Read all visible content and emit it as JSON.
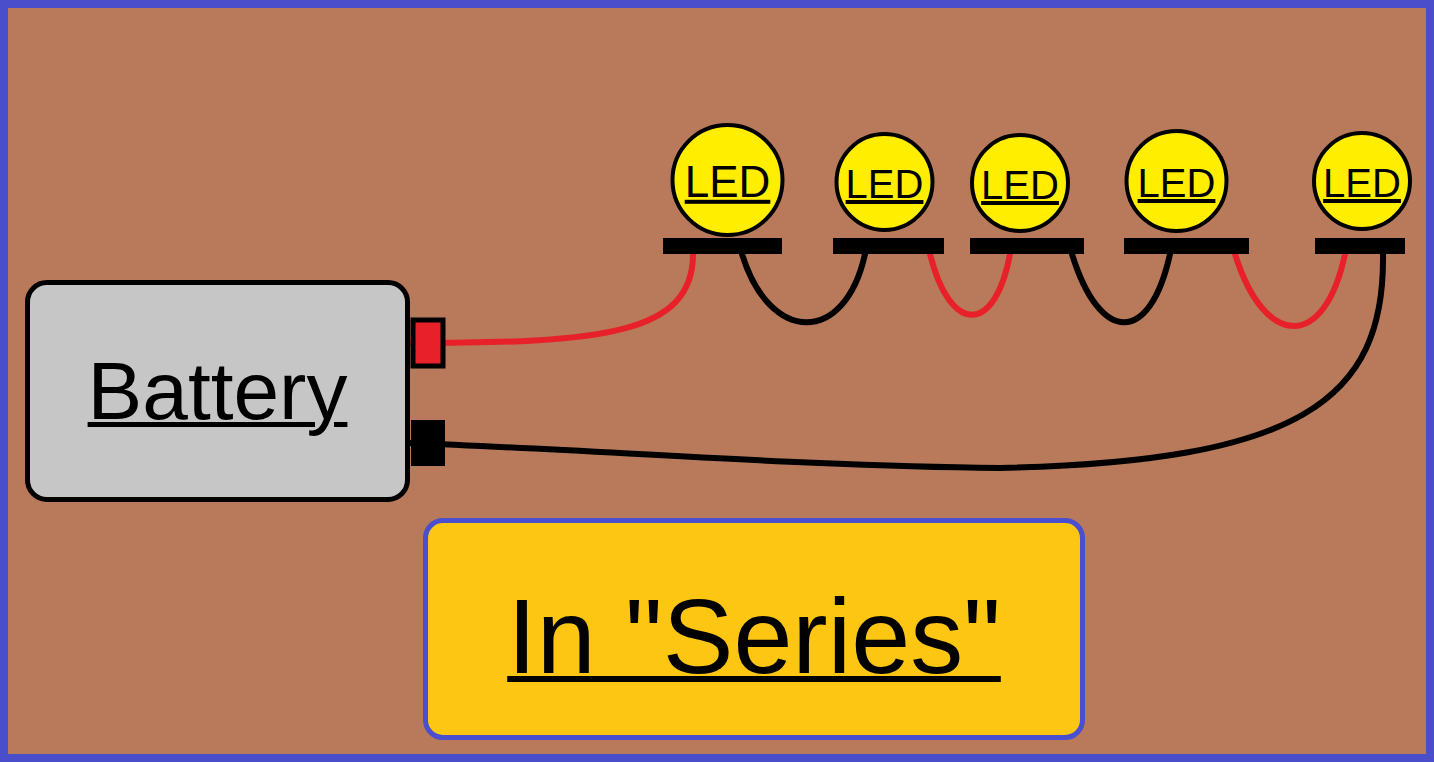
{
  "diagram": {
    "nodes": [
      {
        "text": [
          "Battery"
        ]
      },
      {
        "text": [
          "LED"
        ]
      },
      {
        "text": [
          "LED"
        ]
      },
      {
        "text": [
          "LED"
        ]
      },
      {
        "text": [
          "LED"
        ]
      },
      {
        "text": [
          "LED"
        ]
      },
      {
        "text": [
          "In \"Series\""
        ]
      }
    ],
    "edges": [
      {
        "from": 0,
        "to": 1,
        "arrow": "none"
      },
      {
        "from": 1,
        "to": 2,
        "arrow": "none"
      },
      {
        "from": 2,
        "to": 3,
        "arrow": "none"
      },
      {
        "from": 3,
        "to": 4,
        "arrow": "none"
      },
      {
        "from": 4,
        "to": 5,
        "arrow": "none"
      },
      {
        "from": 5,
        "to": 0,
        "arrow": "none"
      }
    ]
  }
}
